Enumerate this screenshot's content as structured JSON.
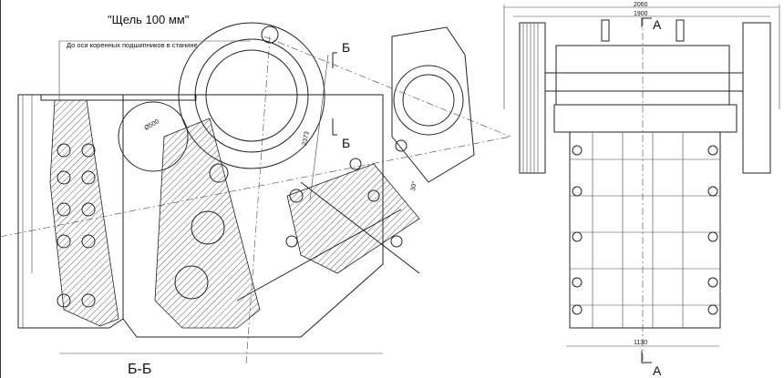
{
  "title": "\"Щель 100 мм\"",
  "note": "До оси коренных подшипников в станине",
  "section_view_label": "Б-Б",
  "section_mark_b": "Б",
  "section_mark_a": "А",
  "dimensions": {
    "flywheel_diameter": "Ø500",
    "height": "2373",
    "angle": "30°",
    "overall_width": "2060",
    "frame_width": "1900",
    "base_width": "1130"
  }
}
